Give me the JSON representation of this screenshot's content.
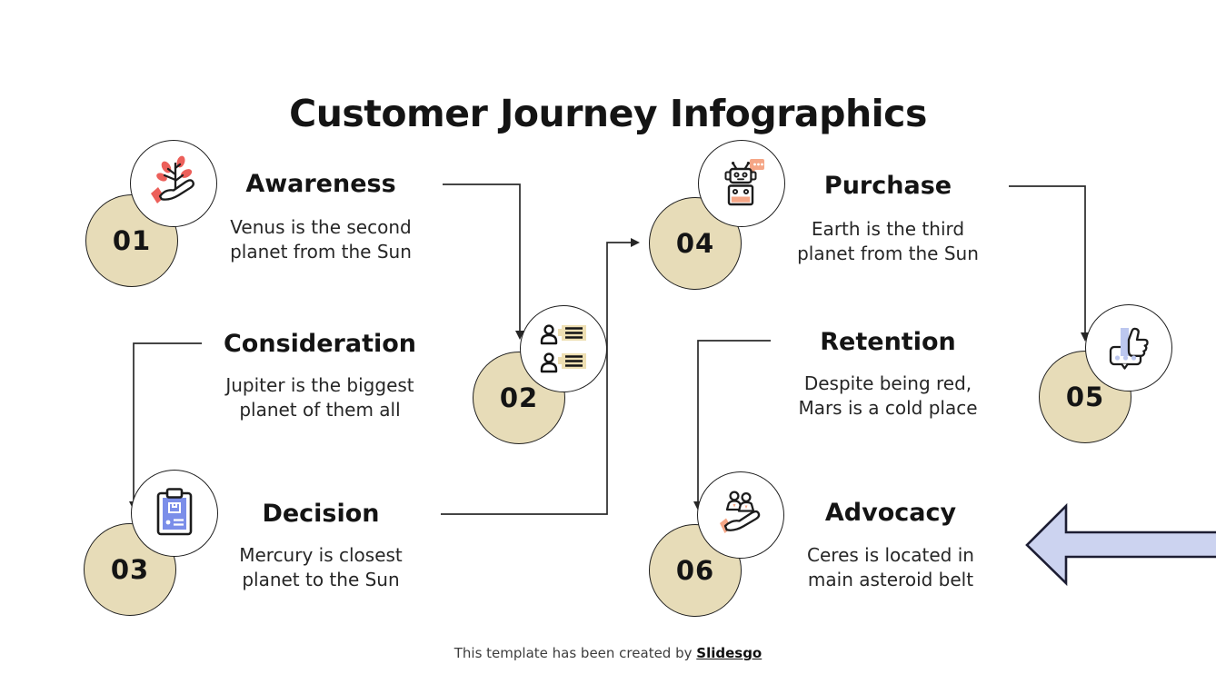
{
  "slide": {
    "title": "Customer Journey Infographics",
    "footer_text": "This template has been created by ",
    "footer_brand": "Slidesgo"
  },
  "steps": [
    {
      "number": "01",
      "title": "Awareness",
      "icon": "growth-icon",
      "desc": [
        "Venus is the second",
        "planet from the Sun"
      ]
    },
    {
      "number": "02",
      "title": "Consideration",
      "icon": "user-list-icon",
      "desc": [
        "Jupiter is the biggest",
        "planet of them all"
      ]
    },
    {
      "number": "03",
      "title": "Decision",
      "icon": "clipboard-icon",
      "desc": [
        "Mercury is closest",
        "planet to the Sun"
      ]
    },
    {
      "number": "04",
      "title": "Purchase",
      "icon": "chatbot-icon",
      "desc": [
        "Earth is the third",
        "planet from the Sun"
      ]
    },
    {
      "number": "05",
      "title": "Retention",
      "icon": "thumbs-up-icon",
      "desc": [
        "Despite being red,",
        "Mars is a cold place"
      ]
    },
    {
      "number": "06",
      "title": "Advocacy",
      "icon": "helping-hand-icon",
      "desc": [
        "Ceres is located in",
        "main asteroid belt"
      ]
    }
  ],
  "colors": {
    "number_circle_fill": "#e7dcb8",
    "outline": "#1f1f1f",
    "coral_accent": "#ec5f5a",
    "salmon_accent": "#f5a686",
    "periwinkle_fill": "#7b8ee9",
    "light_periwinkle": "#bcc7ef",
    "arrow_fill": "#ccd3f0",
    "arrow_stroke": "#1c1d33"
  }
}
